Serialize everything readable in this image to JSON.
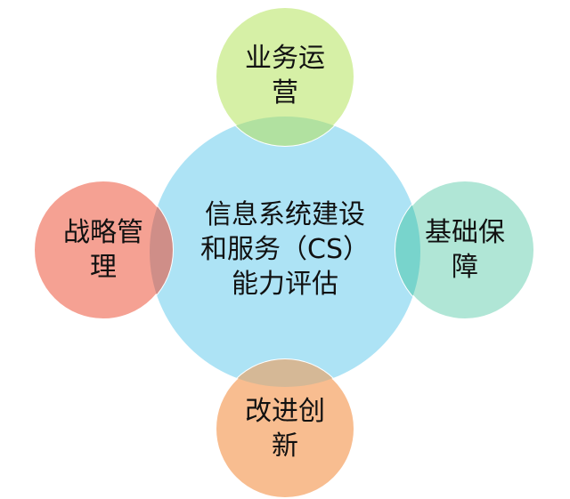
{
  "diagram": {
    "center": {
      "lines": [
        "信息系统建设",
        "和服务（CS）",
        "能力评估"
      ],
      "color": "#ade3f5"
    },
    "nodes": [
      {
        "id": "top",
        "lines": [
          "业务运",
          "营"
        ],
        "color": "#d6f0a6",
        "overlap": "#b1e1a0"
      },
      {
        "id": "left",
        "lines": [
          "战略管",
          "理"
        ],
        "color": "#f5a193",
        "overlap": "#cf8e88"
      },
      {
        "id": "right",
        "lines": [
          "基础保",
          "障"
        ],
        "color": "#b0e6d6",
        "overlap": "#78d4cc"
      },
      {
        "id": "bottom",
        "lines": [
          "改进创",
          "新"
        ],
        "color": "#f8bd90",
        "overlap": "#d5b896"
      }
    ]
  }
}
